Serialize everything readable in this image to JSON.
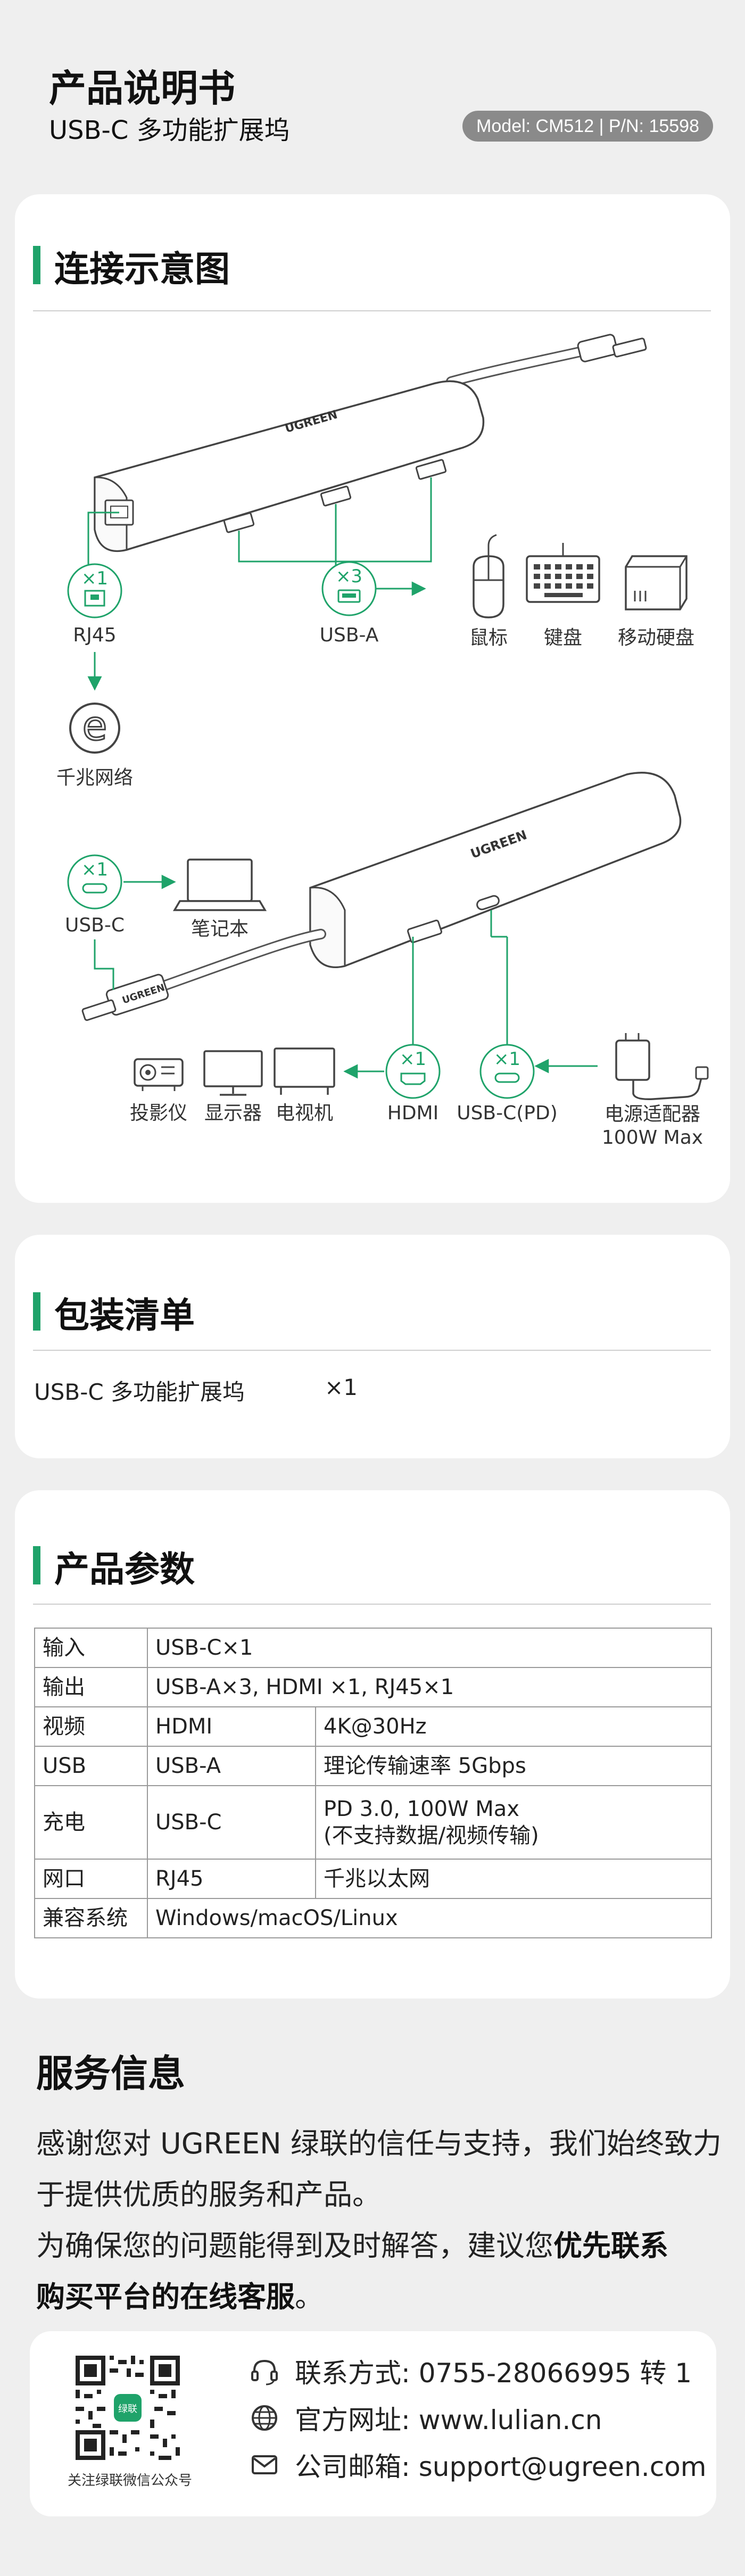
{
  "header": {
    "title": "产品说明书",
    "subtitle": "USB-C 多功能扩展坞",
    "model_badge": "Model: CM512 | P/N: 15598"
  },
  "connection": {
    "title": "连接示意图",
    "brand": "UGREEN",
    "top": {
      "rj45_count": "×1",
      "rj45_label": "RJ45",
      "network_label": "千兆网络",
      "usba_count": "×3",
      "usba_label": "USB-A",
      "devices": [
        "鼠标",
        "键盘",
        "移动硬盘"
      ]
    },
    "bottom": {
      "usbc_count": "×1",
      "usbc_label": "USB-C",
      "laptop_label": "笔记本",
      "displays": [
        "投影仪",
        "显示器",
        "电视机"
      ],
      "hdmi_count": "×1",
      "hdmi_label": "HDMI",
      "pd_count": "×1",
      "pd_label": "USB-C(PD)",
      "adapter_label_1": "电源适配器",
      "adapter_label_2": "100W Max"
    }
  },
  "package": {
    "title": "包装清单",
    "items": [
      {
        "name": "USB-C 多功能扩展坞",
        "qty": "×1"
      }
    ]
  },
  "specs": {
    "title": "产品参数",
    "rows": [
      {
        "k": "输入",
        "v": "USB-C×1"
      },
      {
        "k": "输出",
        "v": "USB-A×3, HDMI ×1, RJ45×1"
      },
      {
        "k": "视频",
        "v": "HDMI",
        "d": "4K@30Hz"
      },
      {
        "k": "USB",
        "v": "USB-A",
        "d": "理论传输速率 5Gbps"
      },
      {
        "k": "充电",
        "v": "USB-C",
        "d": "PD 3.0, 100W  Max",
        "d2": "(不支持数据/视频传输)"
      },
      {
        "k": "网口",
        "v": "RJ45",
        "d": "千兆以太网"
      },
      {
        "k": "兼容系统",
        "v": "Windows/macOS/Linux"
      }
    ]
  },
  "service": {
    "title": "服务信息",
    "para1": "感谢您对 UGREEN 绿联的信任与支持，我们始终致力于提供优质的服务和产品。",
    "para2_line1_prefix": "为确保您的问题能得到及时解答，建议您",
    "para2_line1_bold": "优先联系",
    "para2_line2_bold": "购买平台的在线客服",
    "para2_line2_suffix": "。",
    "qr_badge": "绿联",
    "qr_caption": "关注绿联微信公众号",
    "phone": "联系方式: 0755-28066995 转 1",
    "website": "官方网址: www.lulian.cn",
    "email": "公司邮箱: support@ugreen.com"
  },
  "colors": {
    "accent": "#1fa36a",
    "badge": "#8a8a8a",
    "card": "#ffffff",
    "background": "#efefef"
  },
  "icons": [
    "headset-icon",
    "globe-icon",
    "mail-icon",
    "mouse-icon",
    "keyboard-icon",
    "hard-drive-icon",
    "laptop-icon",
    "projector-icon",
    "monitor-icon",
    "tv-icon",
    "power-adapter-icon",
    "ethernet-logo-icon"
  ]
}
